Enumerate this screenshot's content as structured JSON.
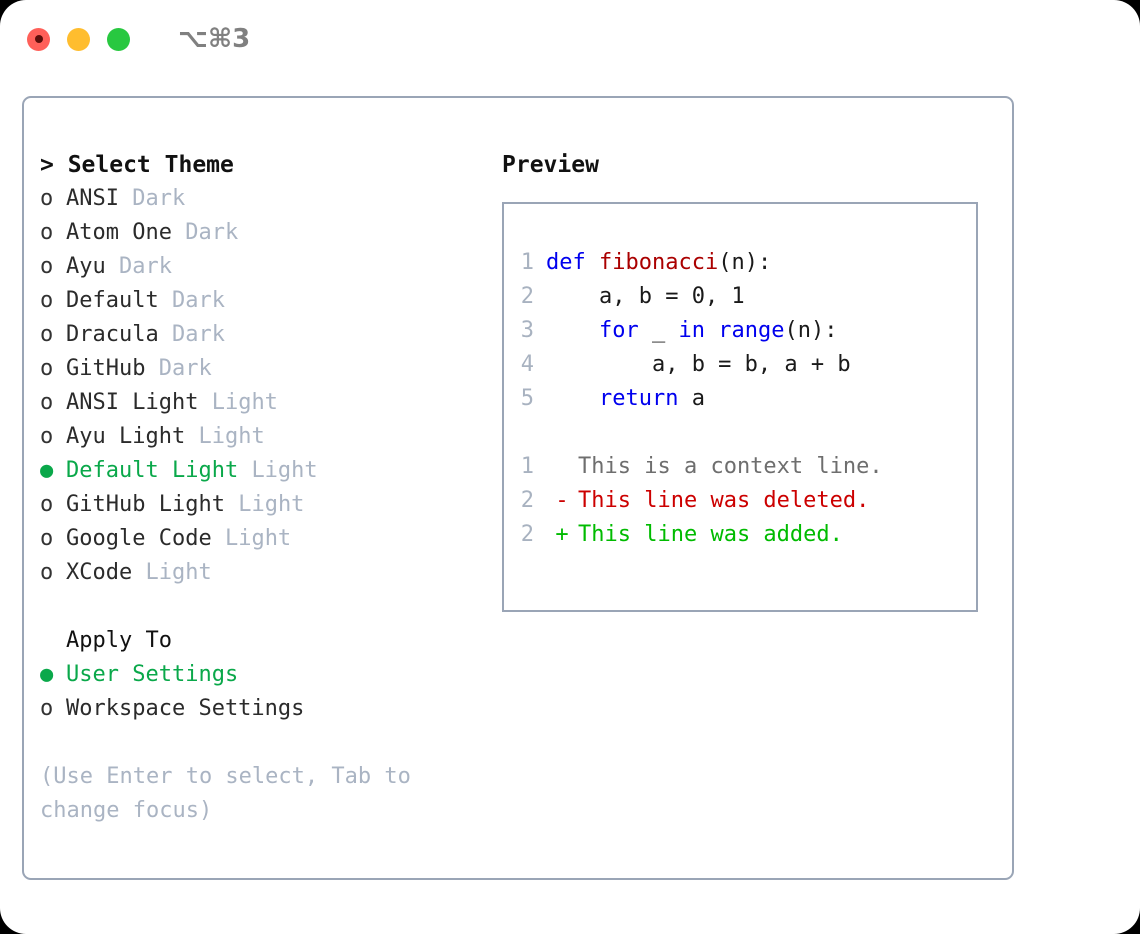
{
  "window": {
    "shortcut": "⌥⌘3",
    "lights": [
      {
        "name": "close",
        "color": "#ff6059"
      },
      {
        "name": "minimize",
        "color": "#ffbd2e"
      },
      {
        "name": "maximize",
        "color": "#28c840"
      }
    ]
  },
  "colors": {
    "selected_green": "#0aa84a",
    "diff_added": "#00bb00",
    "diff_deleted": "#cc0000",
    "keyword_blue": "#0000ee",
    "function_red": "#aa0000",
    "muted": "#aab4c3",
    "border": "#9aa5b6"
  },
  "theme_panel": {
    "header": "> Select Theme",
    "items": [
      {
        "marker": "o",
        "label": "ANSI",
        "suffix": "Dark",
        "selected": false
      },
      {
        "marker": "o",
        "label": "Atom One",
        "suffix": "Dark",
        "selected": false
      },
      {
        "marker": "o",
        "label": "Ayu",
        "suffix": "Dark",
        "selected": false
      },
      {
        "marker": "o",
        "label": "Default",
        "suffix": "Dark",
        "selected": false
      },
      {
        "marker": "o",
        "label": "Dracula",
        "suffix": "Dark",
        "selected": false
      },
      {
        "marker": "o",
        "label": "GitHub",
        "suffix": "Dark",
        "selected": false
      },
      {
        "marker": "o",
        "label": "ANSI Light",
        "suffix": "Light",
        "selected": false
      },
      {
        "marker": "o",
        "label": "Ayu Light",
        "suffix": "Light",
        "selected": false
      },
      {
        "marker": "●",
        "label": "Default Light",
        "suffix": "Light",
        "selected": true
      },
      {
        "marker": "o",
        "label": "GitHub Light",
        "suffix": "Light",
        "selected": false
      },
      {
        "marker": "o",
        "label": "Google Code",
        "suffix": "Light",
        "selected": false
      },
      {
        "marker": "o",
        "label": "XCode",
        "suffix": "Light",
        "selected": false
      }
    ]
  },
  "apply_to": {
    "header": "Apply To",
    "items": [
      {
        "marker": "●",
        "label": "User Settings",
        "selected": true
      },
      {
        "marker": "o",
        "label": "Workspace Settings",
        "selected": false
      }
    ]
  },
  "hint": "(Use Enter to select, Tab to change focus)",
  "preview": {
    "title": "Preview",
    "code_lines": [
      {
        "lineno": "1",
        "tokens": [
          {
            "text": "def ",
            "style": "kw"
          },
          {
            "text": "fibonacci",
            "style": "fn"
          },
          {
            "text": "(n):",
            "style": "plain"
          }
        ]
      },
      {
        "lineno": "2",
        "tokens": [
          {
            "text": "    a, b = 0, 1",
            "style": "plain"
          }
        ]
      },
      {
        "lineno": "3",
        "tokens": [
          {
            "text": "    ",
            "style": "plain"
          },
          {
            "text": "for",
            "style": "kw"
          },
          {
            "text": " _ ",
            "style": "plain"
          },
          {
            "text": "in",
            "style": "kw"
          },
          {
            "text": " ",
            "style": "plain"
          },
          {
            "text": "range",
            "style": "kw"
          },
          {
            "text": "(n):",
            "style": "plain"
          }
        ]
      },
      {
        "lineno": "4",
        "tokens": [
          {
            "text": "        a, b = b, a + b",
            "style": "plain"
          }
        ]
      },
      {
        "lineno": "5",
        "tokens": [
          {
            "text": "    ",
            "style": "plain"
          },
          {
            "text": "return",
            "style": "kw"
          },
          {
            "text": " a",
            "style": "plain"
          }
        ]
      }
    ],
    "diff_lines": [
      {
        "lineno": "1",
        "marker": " ",
        "text": "This is a context line.",
        "kind": "context"
      },
      {
        "lineno": "2",
        "marker": "-",
        "text": "This line was deleted.",
        "kind": "deleted"
      },
      {
        "lineno": "2",
        "marker": "+",
        "text": "This line was added.",
        "kind": "added"
      }
    ]
  }
}
